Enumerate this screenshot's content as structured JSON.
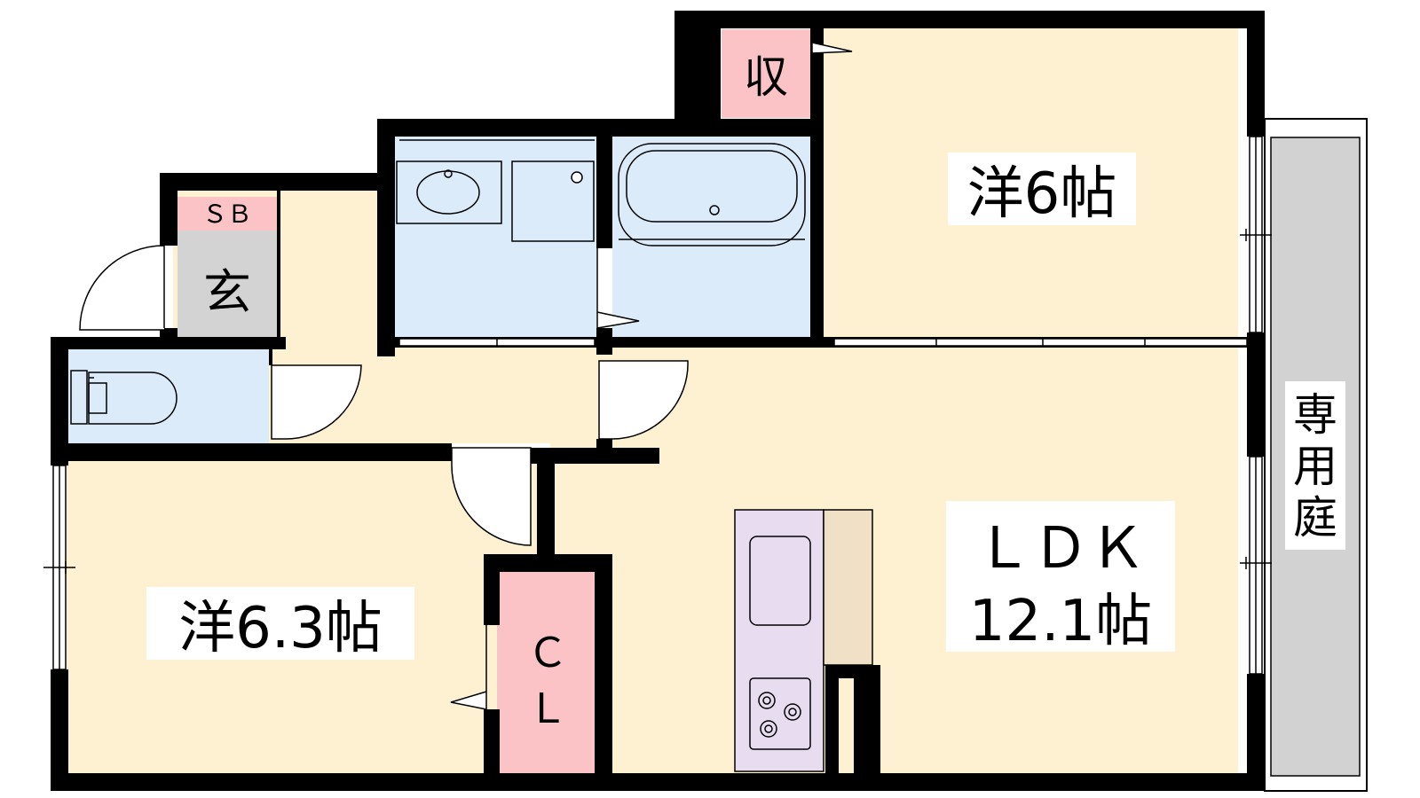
{
  "rooms": {
    "western_room_a": "洋6帖",
    "western_room_b": "洋6.3帖",
    "ldk_line1": "ＬＤＫ",
    "ldk_line2": "12.1帖",
    "storage": "収",
    "shoe_box": "ＳＢ",
    "entrance": "玄",
    "closet_line1": "Ｃ",
    "closet_line2": "Ｌ",
    "private_garden": "専用庭"
  },
  "colors": {
    "room_floor": "#fdf1d2",
    "wet_area": "#dcebfa",
    "storage_pink": "#fbc3c6",
    "entrance_gray": "#d3d3d3",
    "kitchen_purple": "#e8dcf1",
    "counter_tan": "#f0e0c6",
    "garden_gray": "#d2d2d2",
    "wall": "#000000"
  }
}
